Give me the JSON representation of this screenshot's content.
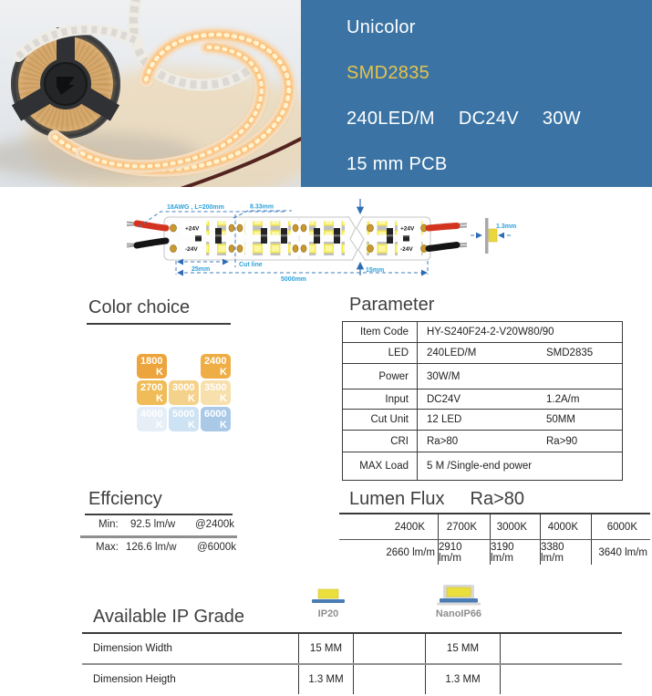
{
  "banner": {
    "product_type": "Unicolor",
    "chip": "SMD2835",
    "specs": [
      "240LED/M",
      "DC24V",
      "30W"
    ],
    "pcb": "15 mm PCB"
  },
  "diagram": {
    "wire_label": "18AWG , L=200mm",
    "pitch_label": "8.33mm",
    "segment_label": "25mm",
    "cut_line_label": "Cut line",
    "width_label": "15mm",
    "length_label": "5000mm",
    "thickness_label": "1.3mm",
    "positive_label": "+24V",
    "negative_label": "-24V"
  },
  "color_choice": {
    "title": "Color choice",
    "swatches": [
      {
        "value": "1800",
        "suffix": "K",
        "color": "#eca43c"
      },
      {
        "value": "",
        "suffix": "",
        "color": "#ffffff"
      },
      {
        "value": "2400",
        "suffix": "K",
        "color": "#efae45"
      },
      {
        "value": "2700",
        "suffix": "K",
        "color": "#f0bc58"
      },
      {
        "value": "3000",
        "suffix": "K",
        "color": "#f5d28b"
      },
      {
        "value": "3500",
        "suffix": "K",
        "color": "#f7e0ac"
      },
      {
        "value": "4000",
        "suffix": "K",
        "color": "#e6eef7"
      },
      {
        "value": "5000",
        "suffix": "K",
        "color": "#cde2f2"
      },
      {
        "value": "6000",
        "suffix": "K",
        "color": "#a9c9e7"
      }
    ]
  },
  "parameter": {
    "title": "Parameter",
    "rows": [
      {
        "label": "Item Code",
        "value1": "HY-S240F24-2-V20W80/90",
        "value2": ""
      },
      {
        "label": "LED",
        "value1": "240LED/M",
        "value2": "SMD2835"
      },
      {
        "label": "Power",
        "value1": "30W/M",
        "value2": ""
      },
      {
        "label": "Input",
        "value1": "DC24V",
        "value2": "1.2A/m"
      },
      {
        "label": "Cut Unit",
        "value1": "12 LED",
        "value2": "50MM"
      },
      {
        "label": "CRI",
        "value1": "Ra>80",
        "value2": "Ra>90"
      },
      {
        "label": "MAX Load",
        "value1": "5 M /Single-end power",
        "value2": ""
      }
    ]
  },
  "efficiency": {
    "title": "Effciency",
    "min_label": "Min:",
    "min_value": "92.5 lm/w",
    "min_at": "@2400k",
    "max_label": "Max:",
    "max_value": "126.6 lm/w",
    "max_at": "@6000k"
  },
  "lumen_flux": {
    "title": "Lumen Flux",
    "subtitle": "Ra>80",
    "columns": [
      "2400K",
      "2700K",
      "3000K",
      "4000K",
      "6000K"
    ],
    "values": [
      "2660 lm/m",
      "2910 lm/m",
      "3190 lm/m",
      "3380 lm/m",
      "3640 lm/m"
    ]
  },
  "ip_grade": {
    "title": "Available IP Grade",
    "options": [
      {
        "label": "IP20"
      },
      {
        "label": "NanoIP66"
      }
    ],
    "rows": [
      {
        "label": "Dimension Width",
        "ip20": "15 MM",
        "nano66": "15 MM"
      },
      {
        "label": "Dimension Heigth",
        "ip20": "1.3 MM",
        "nano66": "1.3 MM"
      }
    ]
  },
  "colors": {
    "banner_bg": "#3b74a4",
    "accent_gold": "#e5c34a",
    "dimension_line": "#3d7fc1",
    "dimension_text": "#2ba2dc",
    "table_border": "#3a3a3a",
    "ip_yellow": "#eadf3c",
    "ip_blue": "#4a7db3",
    "ip_gray": "#d9d9d9"
  }
}
